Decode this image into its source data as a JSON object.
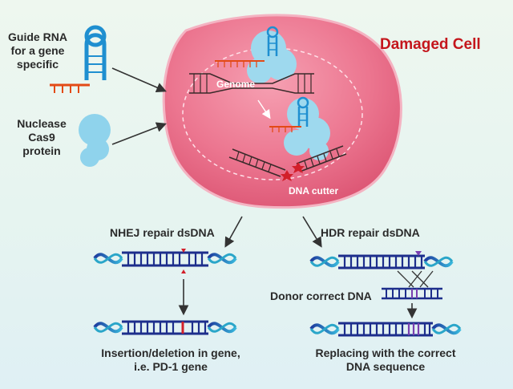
{
  "title": "Damaged Cell",
  "inputs": {
    "guide_rna": "Guide RNA\nfor a gene\nspecific",
    "nuclease": "Nuclease\nCas9\nprotein"
  },
  "cell": {
    "genome": "Genome",
    "dna_cutter": "DNA cutter"
  },
  "nhej": {
    "heading": "NHEJ repair dsDNA",
    "result": "Insertion/deletion in gene,\ni.e. PD-1 gene"
  },
  "hdr": {
    "heading": "HDR repair dsDNA",
    "donor": "Donor correct DNA",
    "result": "Replacing with the correct\nDNA sequence"
  },
  "colors": {
    "cell_pink": "#e2637f",
    "title_red": "#c4161c",
    "cas9_blue": "#8fd3ec",
    "rna_blue": "#1f8fd0",
    "dna_navy": "#1d2e8c",
    "dna_teal": "#2aa6c9",
    "cut_red": "#d21f2a",
    "purple_mark": "#7a3fb0"
  },
  "icons": [
    "guide-rna-hairpin-icon",
    "cas9-protein-icon",
    "dna-helix-icon",
    "cut-star-icon",
    "arrow-icon"
  ]
}
